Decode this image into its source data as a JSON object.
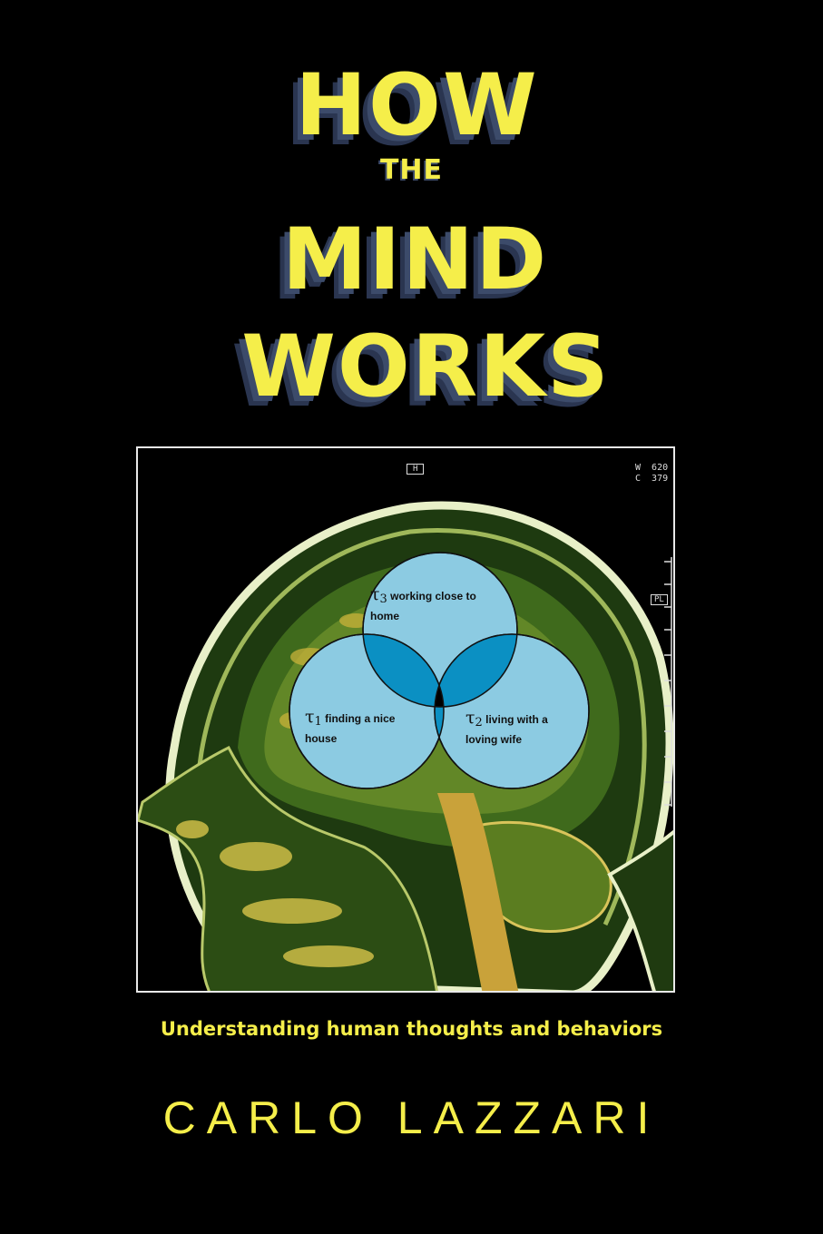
{
  "title": {
    "line1": "HOW",
    "line2": "THE",
    "line3": "MIND",
    "line4": "WORKS"
  },
  "scan": {
    "top_marker": "H",
    "side_marker": "PL",
    "window_readout": "W  620\nC  379"
  },
  "venn": {
    "tau3": {
      "symbol": "τ",
      "index": "3",
      "text_a": "working close to",
      "text_b": "home"
    },
    "tau1": {
      "symbol": "τ",
      "index": "1",
      "text_a": "finding a nice",
      "text_b": "house"
    },
    "tau2": {
      "symbol": "τ",
      "index": "2",
      "text_a": "living with a",
      "text_b": "loving wife"
    },
    "colors": {
      "circle": "#8ccbe2",
      "overlap": "#0b90c3",
      "center": "#000000"
    }
  },
  "subtitle": "Understanding human thoughts and behaviors",
  "author": "CARLO LAZZARI",
  "colors": {
    "title_yellow": "#f5ee4a",
    "background": "#000000"
  }
}
